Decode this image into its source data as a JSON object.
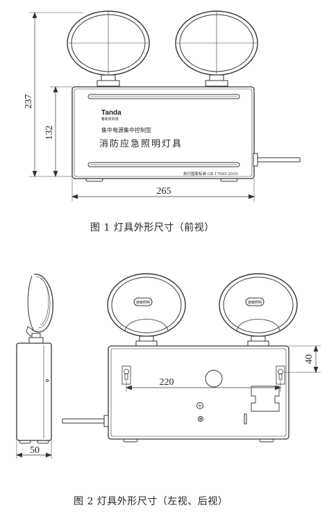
{
  "figure1": {
    "dims": {
      "height_total": "237",
      "height_body": "132",
      "width": "265"
    },
    "label": {
      "brand": "Tanda",
      "brand_sub": "泰和安科技",
      "line1": "集中电源集中控制型",
      "line2": "消防应急照明灯具",
      "standard": "执行国家标准 GB 17945-2010"
    },
    "caption": "图 1   灯具外形尺寸（前视）"
  },
  "figure2": {
    "dims": {
      "side_width": "50",
      "hole_spacing": "220",
      "hole_offset": "40"
    },
    "lamp_badge": "德泰照明",
    "caption": "图 2   灯具外形尺寸（左视、后视）"
  }
}
